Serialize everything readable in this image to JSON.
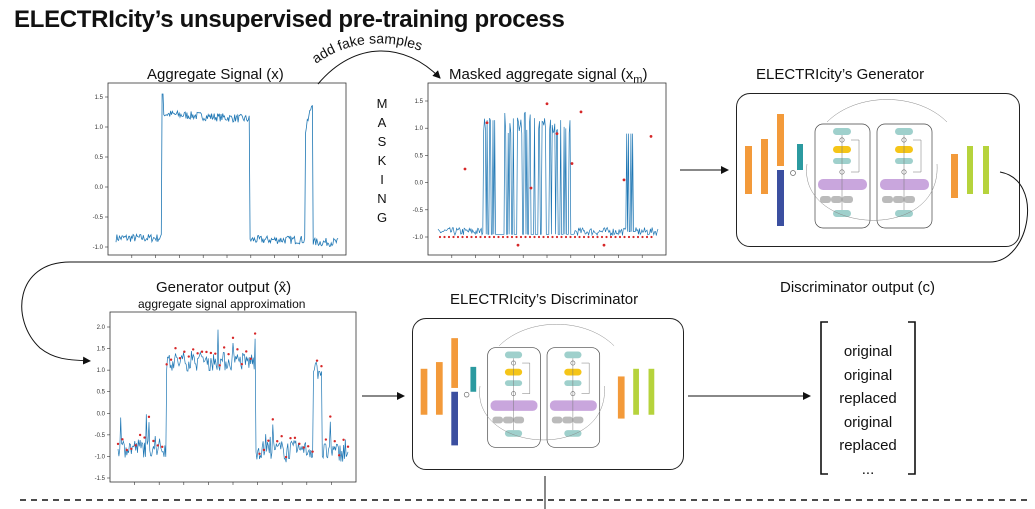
{
  "title": "ELECTRIcity’s unsupervised pre-training process",
  "edge_add_fake": "add fake samples",
  "masking_letters": [
    "M",
    "A",
    "S",
    "K",
    "I",
    "N",
    "G"
  ],
  "panels": {
    "aggregate": {
      "title": "Aggregate Signal (x)",
      "yticks": [
        "1.5",
        "1.0",
        "0.5",
        "0.0",
        "-0.5",
        "-1.0"
      ]
    },
    "masked": {
      "title_main": "Masked aggregate signal (x",
      "title_sub": "m",
      "title_close": ")",
      "yticks": [
        "1.5",
        "1.0",
        "0.5",
        "0.0",
        "-0.5",
        "-1.0"
      ]
    },
    "generator_output": {
      "title": "Generator output (x̂)",
      "subtitle": "aggregate signal approximation",
      "yticks": [
        "2.0",
        "1.5",
        "1.0",
        "0.5",
        "0.0",
        "-0.5",
        "-1.0",
        "-1.5"
      ]
    }
  },
  "generator": {
    "title": "ELECTRIcity’s Generator"
  },
  "discriminator": {
    "title": "ELECTRIcity’s Discriminator"
  },
  "discriminator_output": {
    "title": "Discriminator output (c)",
    "items": [
      "original",
      "original",
      "replaced",
      "original",
      "replaced",
      "..."
    ]
  },
  "colors": {
    "signal": "#1f77b4",
    "fake": "#d62728",
    "orange": "#f39a3a",
    "teal": "#2b9aa0",
    "navy": "#3b4fa0",
    "lime": "#b6d33c",
    "lilac": "#c9a6dd",
    "sage": "#9fd0cc",
    "gold": "#f5c518"
  }
}
